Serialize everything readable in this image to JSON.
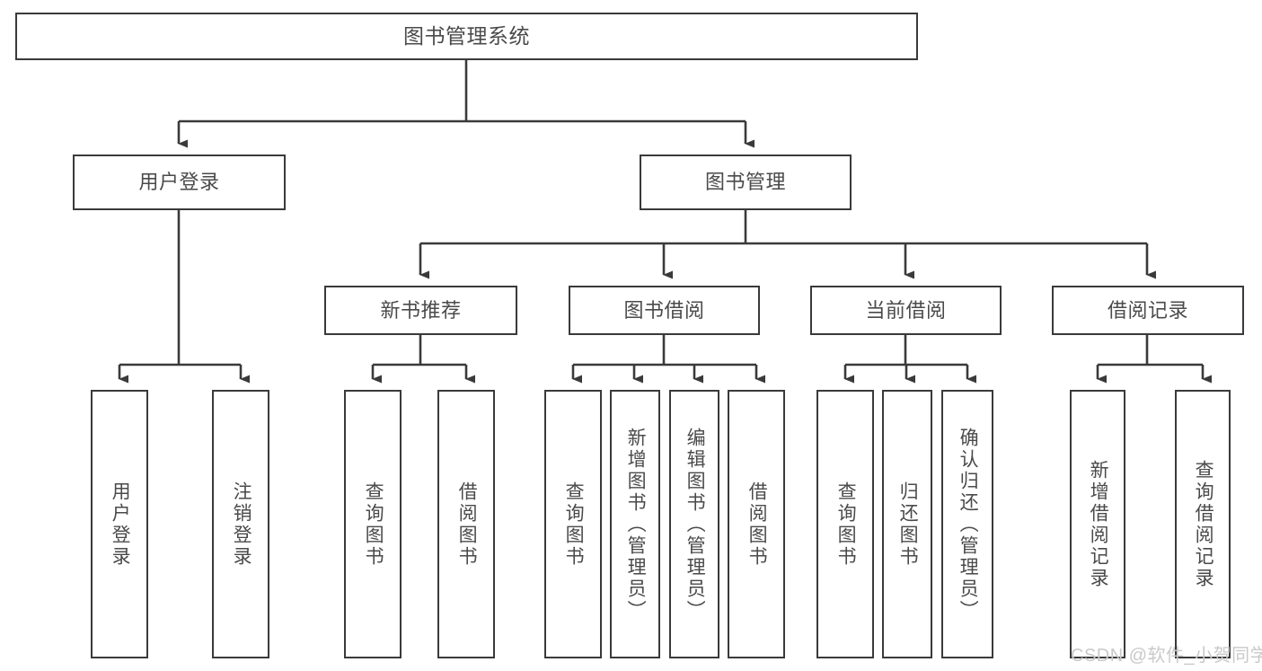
{
  "diagram": {
    "title_text": "图书管理系统",
    "type": "tree-hierarchy-diagram",
    "colors": {
      "box_border": "#3a3a3a",
      "box_fill": "#ffffff",
      "text": "#4a4a4a",
      "connector": "#3a3a3a",
      "watermark": "#c9c9c9",
      "background": "#ffffff"
    },
    "root": {
      "label": "图书管理系统"
    },
    "level2": [
      {
        "label": "用户登录"
      },
      {
        "label": "图书管理"
      }
    ],
    "level3": [
      {
        "label": "新书推荐"
      },
      {
        "label": "图书借阅"
      },
      {
        "label": "当前借阅"
      },
      {
        "label": "借阅记录"
      }
    ],
    "leaves": {
      "user_login": [
        {
          "label": "用户登录"
        },
        {
          "label": "注销登录"
        }
      ],
      "new_book_recommend": [
        {
          "label": "查询图书"
        },
        {
          "label": "借阅图书"
        }
      ],
      "book_borrow": [
        {
          "label": "查询图书"
        },
        {
          "label": "新增图书（管理员）"
        },
        {
          "label": "编辑图书（管理员）"
        },
        {
          "label": "借阅图书"
        }
      ],
      "current_borrow": [
        {
          "label": "查询图书"
        },
        {
          "label": "归还图书"
        },
        {
          "label": "确认归还（管理员）"
        }
      ],
      "borrow_records": [
        {
          "label": "新增借阅记录"
        },
        {
          "label": "查询借阅记录"
        }
      ]
    },
    "watermark": {
      "text": "CSDN @软件_小贺同学"
    }
  }
}
